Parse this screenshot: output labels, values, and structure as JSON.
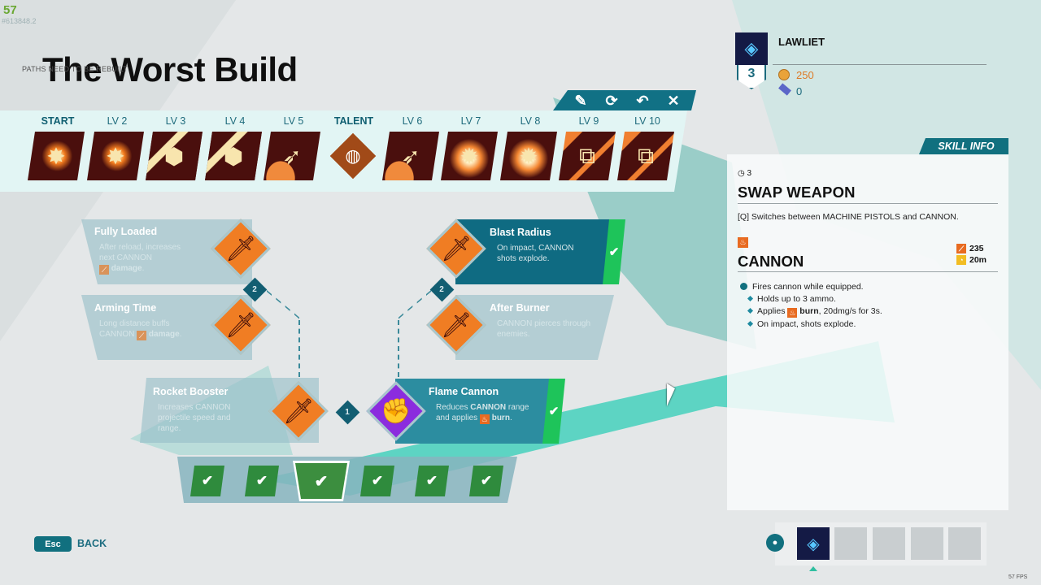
{
  "hud": {
    "fps_counter": "57",
    "build_id": "#613848.2",
    "fps_label": "57 FPS"
  },
  "header": {
    "warning": "PATHS NEED TO BE REBUILT",
    "title": "The Worst Build"
  },
  "toolbar": {
    "edit_icon": "✎",
    "refresh_icon": "⟳",
    "undo_icon": "↶",
    "close_icon": "✕"
  },
  "levels": [
    {
      "label": "START",
      "bold": true,
      "style": "boom",
      "glyph": "✸"
    },
    {
      "label": "LV 2",
      "bold": false,
      "style": "boom",
      "glyph": "✸"
    },
    {
      "label": "LV 3",
      "bold": false,
      "style": "can",
      "glyph": "⬢"
    },
    {
      "label": "LV 4",
      "bold": false,
      "style": "can",
      "glyph": "⬢"
    },
    {
      "label": "LV 5",
      "bold": false,
      "style": "rock",
      "glyph": "➶"
    },
    {
      "label": "TALENT",
      "bold": true,
      "style": "talent",
      "glyph": "◍"
    },
    {
      "label": "LV 6",
      "bold": false,
      "style": "rock",
      "glyph": "➶"
    },
    {
      "label": "LV 7",
      "bold": false,
      "style": "exp",
      "glyph": "✹"
    },
    {
      "label": "LV 8",
      "bold": false,
      "style": "exp",
      "glyph": "✹"
    },
    {
      "label": "LV 9",
      "bold": false,
      "style": "mis",
      "glyph": "⧉"
    },
    {
      "label": "LV 10",
      "bold": false,
      "style": "mis",
      "glyph": "⧉"
    }
  ],
  "tree": {
    "nodes": {
      "fully_loaded": {
        "name": "Fully Loaded",
        "desc_a": "After reload, increases next CANNON",
        "desc_b": "damage",
        "desc_c": ".",
        "selected": false
      },
      "arming_time": {
        "name": "Arming Time",
        "desc_a": "Long distance buffs CANNON",
        "desc_b": "damage",
        "desc_c": ".",
        "selected": false
      },
      "blast_radius": {
        "name": "Blast Radius",
        "desc": "On impact, CANNON shots explode.",
        "selected": true
      },
      "after_burner": {
        "name": "After Burner",
        "desc": "CANNON pierces through enemies.",
        "selected": false
      },
      "rocket_booster": {
        "name": "Rocket Booster",
        "desc": "Increases CANNON projectile speed and range.",
        "selected": false
      },
      "flame_cannon": {
        "name": "Flame Cannon",
        "desc_a": "Reduces ",
        "desc_hl": "CANNON",
        "desc_b": " range and applies",
        "desc_burn": "burn",
        "desc_c": ".",
        "selected": true
      }
    },
    "ranks": {
      "left_tier": "2",
      "right_tier": "2",
      "base_tier": "1"
    },
    "check_glyph": "✔",
    "icon_glyph": "🗡",
    "flame_glyph": "✊"
  },
  "augments": [
    {
      "check": "✔",
      "active": false
    },
    {
      "check": "✔",
      "active": false
    },
    {
      "check": "✔",
      "active": true
    },
    {
      "check": "✔",
      "active": false
    },
    {
      "check": "✔",
      "active": false
    },
    {
      "check": "✔",
      "active": false
    }
  ],
  "footer": {
    "esc_key": "Esc",
    "back_label": "BACK"
  },
  "player": {
    "name": "LAWLIET",
    "level": "3",
    "coins": "250",
    "tickets": "0"
  },
  "skill_info": {
    "tab_label": "SKILL INFO",
    "cooldown": "3",
    "title": "SWAP WEAPON",
    "description": "[Q] Switches between MACHINE PISTOLS and CANNON.",
    "weapon_title": "CANNON",
    "stats": {
      "damage": "235",
      "range": "20m"
    },
    "main_bullet": "Fires cannon while equipped.",
    "sub_bullets": [
      {
        "text": "Holds up to 3 ammo."
      },
      {
        "pre": "Applies ",
        "keyword": "burn",
        "post": ", 20dmg/s for 3s."
      },
      {
        "text": "On impact, shots explode."
      }
    ]
  },
  "roster": {
    "slots": [
      {
        "filled": true,
        "active": true
      },
      {
        "filled": false,
        "active": false
      },
      {
        "filled": false,
        "active": false
      },
      {
        "filled": false,
        "active": false
      },
      {
        "filled": false,
        "active": false
      }
    ]
  },
  "colors": {
    "accent_teal": "#11707f",
    "selected_card": "#0f6b82",
    "check_green": "#1ec45a",
    "skill_orange": "#f07d23",
    "coin_orange": "#dd7a26",
    "fps_green": "#6aa832"
  }
}
